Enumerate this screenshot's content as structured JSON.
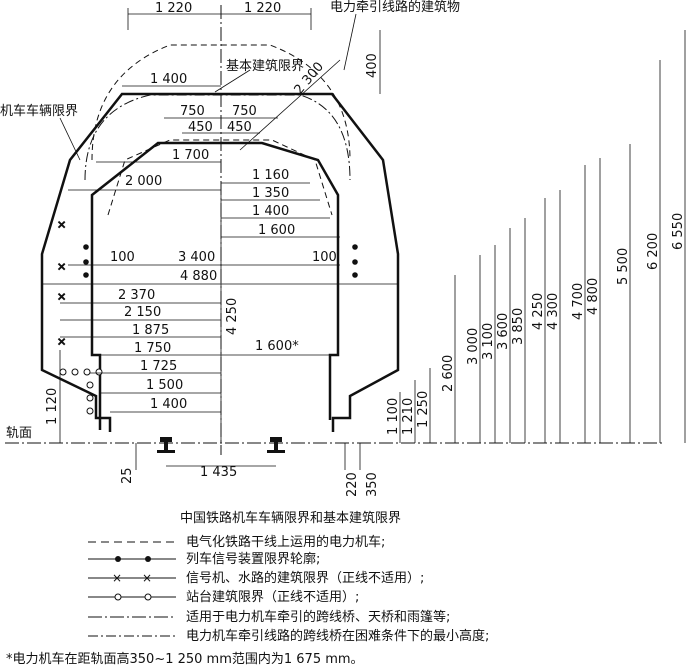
{
  "diagram": {
    "title": "中国铁路机车车辆限界和基本建筑限界",
    "labels": {
      "overhead_structure": "电力牵引线路的建筑物",
      "basic_clearance": "基本建筑限界",
      "rolling_stock": "机车车辆限界",
      "rail_surface": "轨面"
    },
    "horizontal_dims": [
      "1 220",
      "1 220",
      "1 400",
      "750",
      "750",
      "450",
      "450",
      "1 700",
      "2 000",
      "1 160",
      "1 350",
      "1 400",
      "1 600",
      "100",
      "3 400",
      "100",
      "4 880",
      "2 370",
      "2 150",
      "1 875",
      "1 750",
      "1 600*",
      "1 725",
      "1 500",
      "1 400",
      "1 435"
    ],
    "vertical_dims": {
      "top_400": "400",
      "diag_2300": "2 300",
      "center_4250": "4 250",
      "left_1120": "1 120",
      "bottom_25": "25",
      "bottom_220": "220",
      "bottom_350": "350",
      "right": [
        "1 100",
        "1 210",
        "1 250",
        "2 600",
        "3 000",
        "3 100",
        "3 600",
        "3 850",
        "4 250",
        "4 300",
        "4 700",
        "4 800",
        "5 500",
        "6 200",
        "6 550"
      ]
    },
    "legend": [
      "电气化铁路干线上运用的电力机车;",
      "列车信号装置限界轮廓;",
      "信号机、水路的建筑限界（正线不适用）;",
      "站台建筑限界（正线不适用）;",
      "适用于电力机车牵引的跨线桥、天桥和雨篷等;",
      "电力机车牵引线路的跨线桥在困难条件下的最小高度;"
    ],
    "footnote": "*电力机车在距轨面高350~1 250 mm范围内为1 675 mm。"
  }
}
